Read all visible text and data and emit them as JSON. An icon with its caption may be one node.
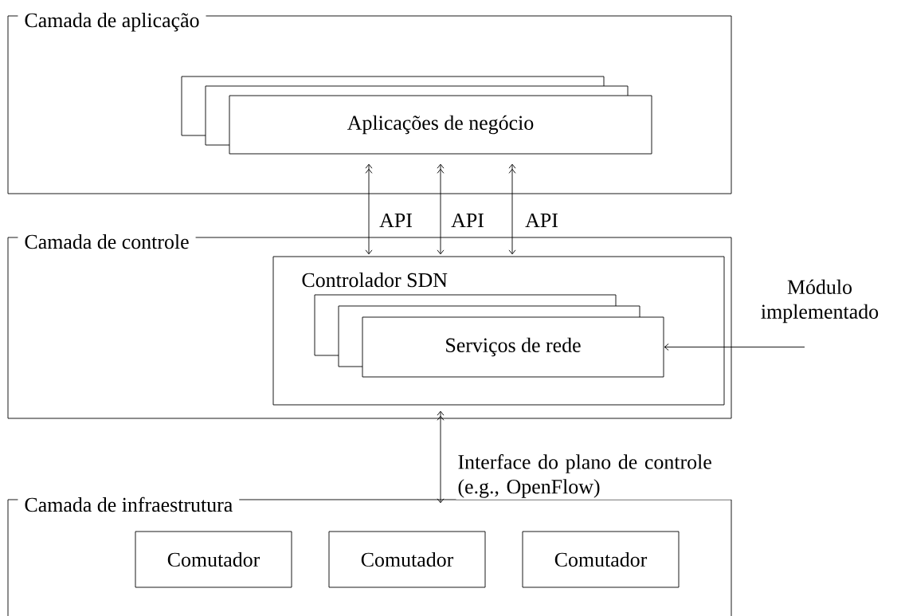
{
  "diagram": {
    "nodes": [
      {
        "text": [
          "Camada de aplicação"
        ]
      },
      {
        "text": [],
        "shape": "box",
        "in": 0
      },
      {
        "text": [],
        "shape": "box",
        "in": 0
      },
      {
        "text": [
          "Aplicações de negócio"
        ],
        "in": 0
      },
      {
        "text": [
          "Camada de controle"
        ]
      },
      {
        "text": [
          "Controlador SDN"
        ],
        "in": 4
      },
      {
        "text": [],
        "shape": "box",
        "in": 5
      },
      {
        "text": [],
        "shape": "box",
        "in": 5
      },
      {
        "text": [
          "Serviços de rede"
        ],
        "in": 5
      },
      {
        "text": [
          "Módulo implementado"
        ]
      },
      {
        "text": [
          "Camada de infraestrutura"
        ]
      },
      {
        "text": [
          "Comutador"
        ],
        "in": 10
      },
      {
        "text": [
          "Comutador"
        ],
        "in": 10
      },
      {
        "text": [
          "Comutador"
        ],
        "in": 10
      }
    ],
    "edges": [
      {
        "from": 3,
        "to": 5,
        "arrow": "both",
        "label": "API"
      },
      {
        "from": 3,
        "to": 5,
        "arrow": "both",
        "label": "API"
      },
      {
        "from": 3,
        "to": 5,
        "arrow": "both",
        "label": "API"
      },
      {
        "from": 9,
        "to": 8,
        "arrow": "to"
      },
      {
        "from": 5,
        "to": 10,
        "arrow": "both",
        "label": "Interface do plano de controle (e.g., OpenFlow)"
      }
    ]
  }
}
